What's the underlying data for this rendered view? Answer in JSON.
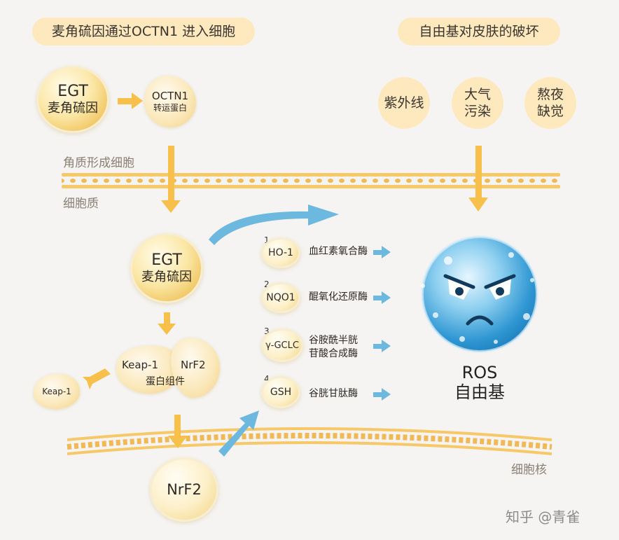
{
  "header": {
    "left_title": "麦角硫因通过OCTN1 进入细胞",
    "right_title": "自由基对皮肤的破坏"
  },
  "top": {
    "egt_line1": "EGT",
    "egt_line2": "麦角硫因",
    "octn1_line1": "OCTN1",
    "octn1_line2": "转运蛋白"
  },
  "damage_sources": [
    {
      "line1": "紫外线",
      "line2": ""
    },
    {
      "line1": "大气",
      "line2": "污染"
    },
    {
      "line1": "熬夜",
      "line2": "缺觉"
    }
  ],
  "labels": {
    "keratinocyte": "角质形成细胞",
    "cytoplasm": "细胞质",
    "nucleus": "细胞核"
  },
  "center": {
    "egt_line1": "EGT",
    "egt_line2": "麦角硫因",
    "complex_keap": "Keap-1",
    "complex_nrf": "NrF2",
    "complex_sub": "蛋白组件",
    "keap_free": "Keap-1",
    "nrf2": "NrF2"
  },
  "enzymes": [
    {
      "num": "1",
      "code": "HO-1",
      "name1": "血红素氧合酶",
      "name2": ""
    },
    {
      "num": "2",
      "code": "NQO1",
      "name1": "醌氧化还原酶",
      "name2": ""
    },
    {
      "num": "3",
      "code": "γ-GCLC",
      "name1": "谷胺酰半胱",
      "name2": "苷酸合成酶"
    },
    {
      "num": "4",
      "code": "GSH",
      "name1": "谷胱甘肽酶",
      "name2": ""
    }
  ],
  "ros": {
    "line1": "ROS",
    "line2": "自由基"
  },
  "watermark": "知乎 @青雀",
  "colors": {
    "accent_yellow": "#f7c04a",
    "accent_blue": "#6cb8de",
    "pill_bg": "#fde9bd"
  }
}
